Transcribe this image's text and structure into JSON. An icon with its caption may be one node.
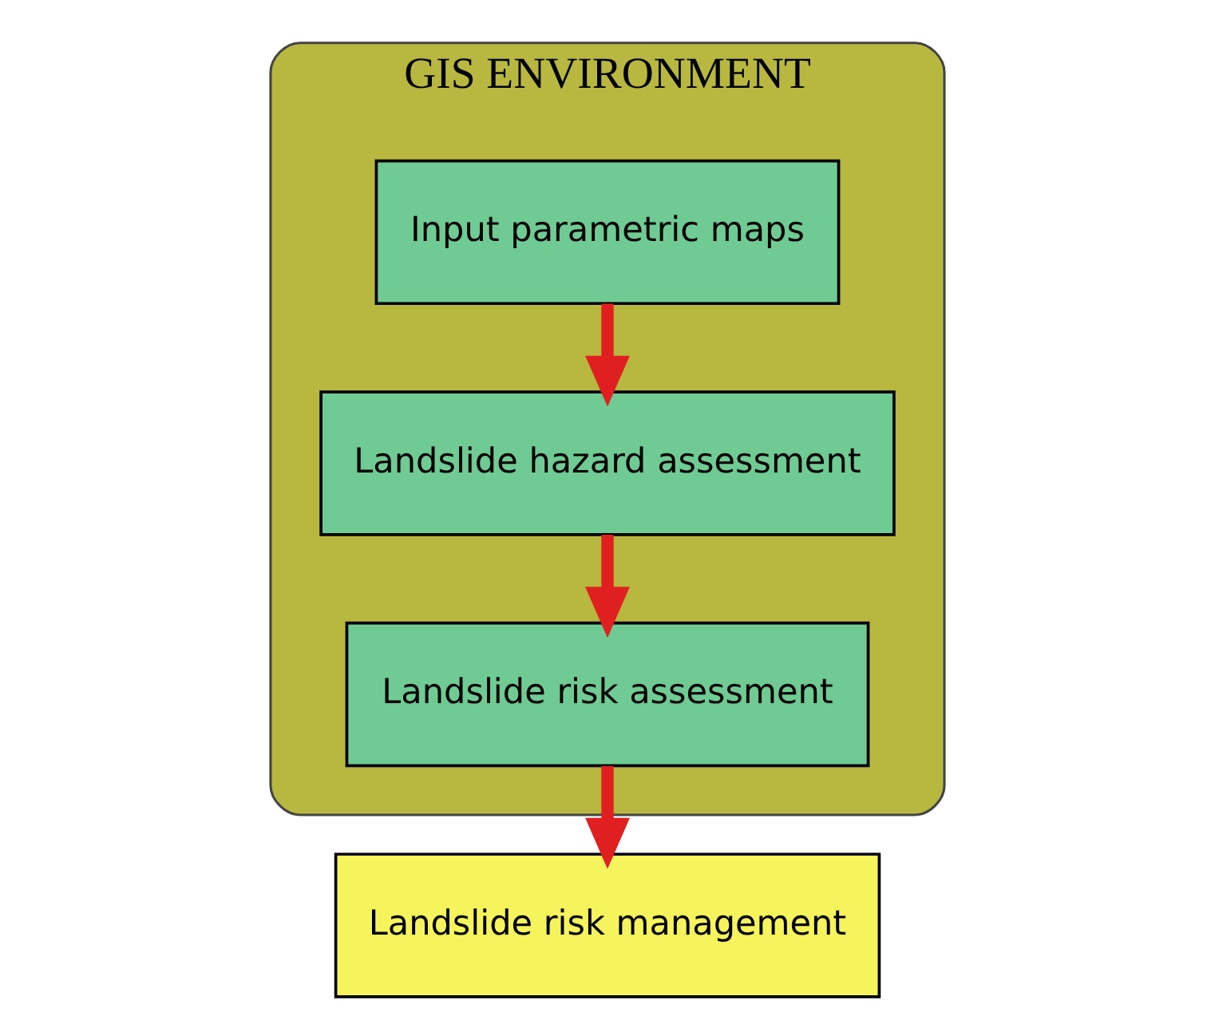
{
  "diagram": {
    "nodes": [
      {
        "text": [
          "GIS ENVIRONMENT"
        ]
      },
      {
        "text": [
          "Input parametric maps"
        ],
        "in": 0
      },
      {
        "text": [
          "Landslide hazard assessment"
        ],
        "in": 0
      },
      {
        "text": [
          "Landslide risk assessment"
        ],
        "in": 0
      },
      {
        "text": [
          "Landslide risk management"
        ]
      }
    ],
    "edges": [
      {
        "from": 1,
        "to": 2,
        "arrow": "to"
      },
      {
        "from": 2,
        "to": 3,
        "arrow": "to"
      },
      {
        "from": 3,
        "to": 4,
        "arrow": "to"
      }
    ]
  }
}
